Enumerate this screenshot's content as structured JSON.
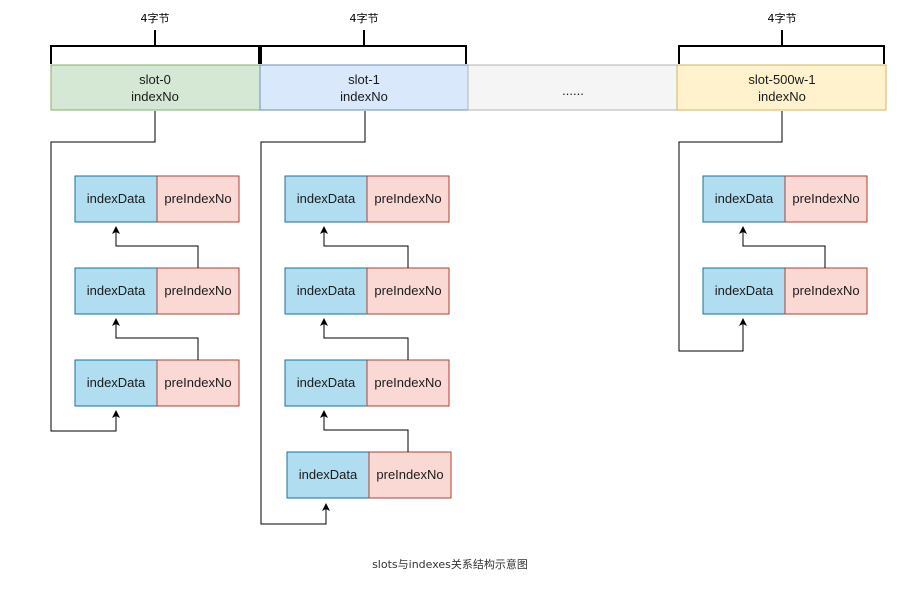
{
  "brackets": {
    "label": "4字节"
  },
  "slots": [
    {
      "line1": "slot-0",
      "line2": "indexNo",
      "color": "#d5e8d4",
      "stroke": "#82b366"
    },
    {
      "line1": "slot-1",
      "line2": "indexNo",
      "color": "#dae8fc",
      "stroke": "#6c8ebf"
    },
    {
      "line1": "......",
      "line2": "",
      "color": "#f5f5f5",
      "stroke": "#b3b3b3"
    },
    {
      "line1": "slot-500w-1",
      "line2": "indexNo",
      "color": "#fff2cc",
      "stroke": "#d6b656"
    }
  ],
  "node": {
    "data_label": "indexData",
    "pre_label": "preIndexNo",
    "data_color": "#b1ddf0",
    "data_stroke": "#10739e",
    "pre_color": "#fad9d5",
    "pre_stroke": "#ae4132"
  },
  "caption": "slots与indexes关系结构示意图"
}
